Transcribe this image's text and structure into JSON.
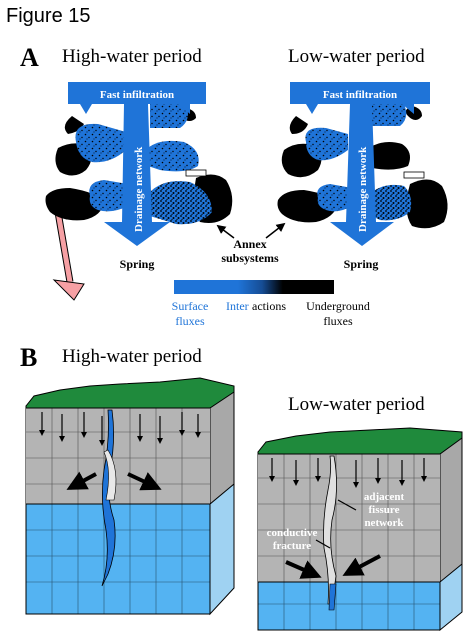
{
  "figure_title": "Figure 15",
  "panel_a": {
    "letter": "A",
    "left_title": "High-water period",
    "right_title": "Low-water period",
    "fast_infiltration_left": "Fast infiltration",
    "fast_infiltration_right": "Fast infiltration",
    "drainage_network_left": "Drainage network",
    "drainage_network_right": "Drainage network",
    "spring_left": "Spring",
    "spring_right": "Spring",
    "annex_line1": "Annex",
    "annex_line2": "subsystems",
    "legend": {
      "surface_line1": "Surface",
      "surface_line2": "fluxes",
      "inter_highlight": "Inter",
      "inter_rest": "actions",
      "underground_line1": "Underground",
      "underground_line2": "fluxes"
    }
  },
  "panel_b": {
    "letter": "B",
    "left_title": "High-water period",
    "right_title": "Low-water period",
    "adjacent_line1": "adjacent",
    "adjacent_line2": "fissure",
    "adjacent_line3": "network",
    "conductive_line1": "conductive",
    "conductive_line2": "fracture"
  },
  "colors": {
    "water_blue": "#1f74d8",
    "light_blue": "#54b3f2",
    "grass_green": "#1f8a3c",
    "rock_gray": "#b4b4b4",
    "pink_arrow": "#f6a0a4",
    "black": "#000000"
  }
}
